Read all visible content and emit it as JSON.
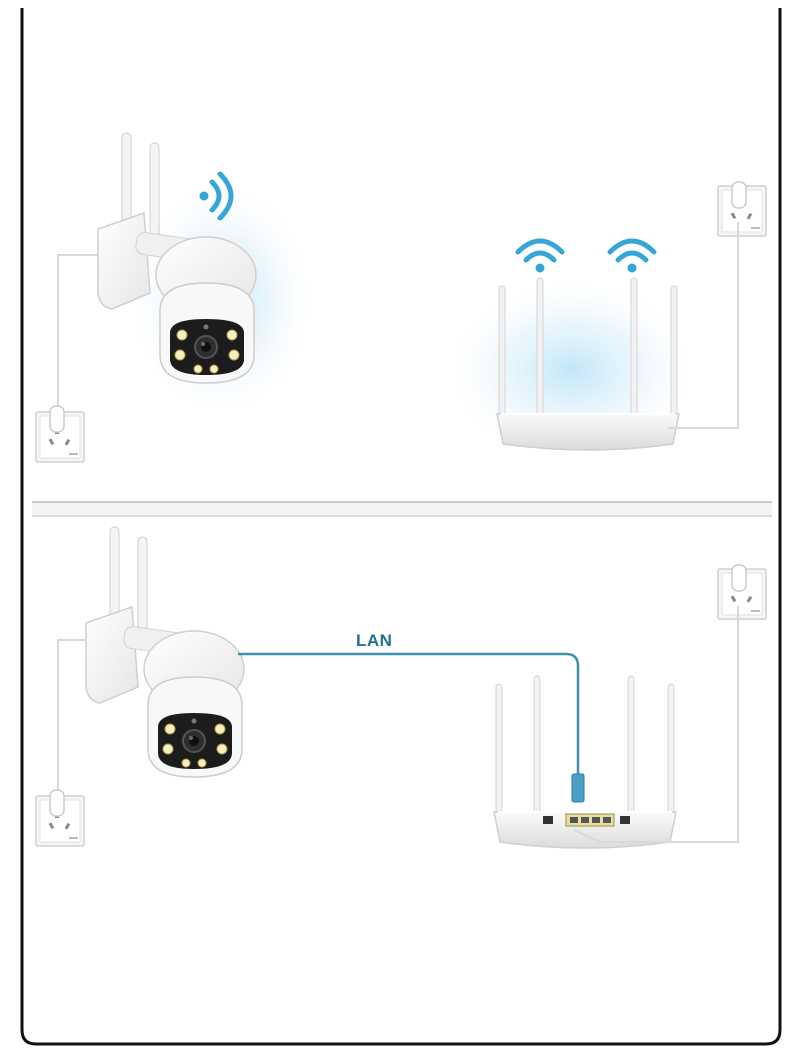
{
  "diagram": {
    "wired_connection_label": "LAN",
    "colors": {
      "cable_blue": "#3f8fb3",
      "wifi_blue": "#35a6d6",
      "frame": "#111111",
      "divider": "#c9c9c9"
    },
    "icons": [
      "wifi-signal-icon",
      "ptz-camera",
      "router",
      "wall-socket",
      "ethernet-cable"
    ]
  }
}
